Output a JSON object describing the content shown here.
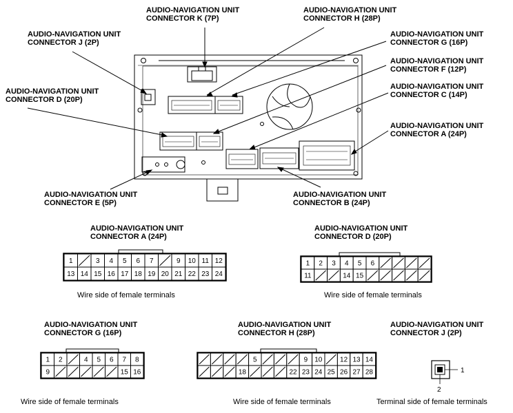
{
  "labels": {
    "conn_k": [
      "AUDIO-NAVIGATION UNIT",
      "CONNECTOR K (7P)"
    ],
    "conn_h": [
      "AUDIO-NAVIGATION UNIT",
      "CONNECTOR H (28P)"
    ],
    "conn_j": [
      "AUDIO-NAVIGATION UNIT",
      "CONNECTOR J (2P)"
    ],
    "conn_g": [
      "AUDIO-NAVIGATION UNIT",
      "CONNECTOR G (16P)"
    ],
    "conn_f": [
      "AUDIO-NAVIGATION UNIT",
      "CONNECTOR F (12P)"
    ],
    "conn_d": [
      "AUDIO-NAVIGATION UNIT",
      "CONNECTOR D (20P)"
    ],
    "conn_c": [
      "AUDIO-NAVIGATION UNIT",
      "CONNECTOR C (14P)"
    ],
    "conn_a": [
      "AUDIO-NAVIGATION UNIT",
      "CONNECTOR A (24P)"
    ],
    "conn_e": [
      "AUDIO-NAVIGATION UNIT",
      "CONNECTOR E (5P)"
    ],
    "conn_b": [
      "AUDIO-NAVIGATION UNIT",
      "CONNECTOR B (24P)"
    ]
  },
  "pinouts": {
    "a": {
      "title": [
        "AUDIO-NAVIGATION UNIT",
        "CONNECTOR A (24P)"
      ],
      "top": [
        "1",
        "",
        "3",
        "4",
        "5",
        "6",
        "7",
        "",
        "9",
        "10",
        "11",
        "12"
      ],
      "bottom": [
        "13",
        "14",
        "15",
        "16",
        "17",
        "18",
        "19",
        "20",
        "21",
        "22",
        "23",
        "24"
      ],
      "caption": "Wire side of female terminals"
    },
    "d": {
      "title": [
        "AUDIO-NAVIGATION UNIT",
        "CONNECTOR D (20P)"
      ],
      "top": [
        "1",
        "2",
        "3",
        "4",
        "5",
        "6",
        "",
        "",
        "",
        ""
      ],
      "bottom": [
        "11",
        "",
        "",
        "14",
        "15",
        "",
        "",
        "",
        "",
        ""
      ],
      "caption": "Wire side of female terminals"
    },
    "g": {
      "title": [
        "AUDIO-NAVIGATION UNIT",
        "CONNECTOR G (16P)"
      ],
      "top": [
        "1",
        "2",
        "",
        "4",
        "5",
        "6",
        "7",
        "8"
      ],
      "bottom": [
        "9",
        "",
        "",
        "",
        "",
        "",
        "15",
        "16"
      ],
      "caption": "Wire side of female terminals"
    },
    "h": {
      "title": [
        "AUDIO-NAVIGATION UNIT",
        "CONNECTOR H (28P)"
      ],
      "top": [
        "",
        "",
        "",
        "",
        "5",
        "",
        "",
        "",
        "9",
        "10",
        "",
        "12",
        "13",
        "14"
      ],
      "bottom": [
        "",
        "",
        "",
        "18",
        "",
        "",
        "",
        "22",
        "23",
        "24",
        "25",
        "26",
        "27",
        "28"
      ],
      "caption": "Wire side of female terminals"
    },
    "j": {
      "title": [
        "AUDIO-NAVIGATION UNIT",
        "CONNECTOR J (2P)"
      ],
      "pin1": "1",
      "pin2": "2",
      "caption": "Terminal side of female terminals"
    }
  }
}
